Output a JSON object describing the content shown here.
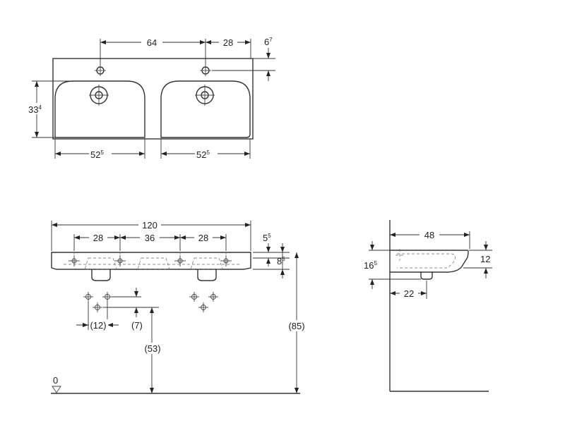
{
  "top_view": {
    "dims": {
      "tap_spacing": "64",
      "tap_to_edge": "28",
      "tap_from_back": {
        "base": "6",
        "sup": "7"
      },
      "bowl_depth": {
        "base": "33",
        "sup": "4"
      },
      "bowl_left_width": {
        "base": "52",
        "sup": "5"
      },
      "bowl_right_width": {
        "base": "52",
        "sup": "5"
      }
    }
  },
  "front_view": {
    "dims": {
      "overall_width": "120",
      "fix_left": "28",
      "fix_middle": "36",
      "fix_right": "28",
      "rim_thickness": {
        "base": "5",
        "sup": "5"
      },
      "front_height": {
        "base": "8",
        "sup": "5"
      },
      "waste_offset": "(12)",
      "waste_drop": "(7)",
      "waste_height": "(53)",
      "mount_height": "(85)",
      "floor_level": "0"
    }
  },
  "side_view": {
    "dims": {
      "depth": "48",
      "height_left": {
        "base": "16",
        "sup": "5"
      },
      "height_right": "12",
      "waste_from_wall": "22"
    }
  }
}
